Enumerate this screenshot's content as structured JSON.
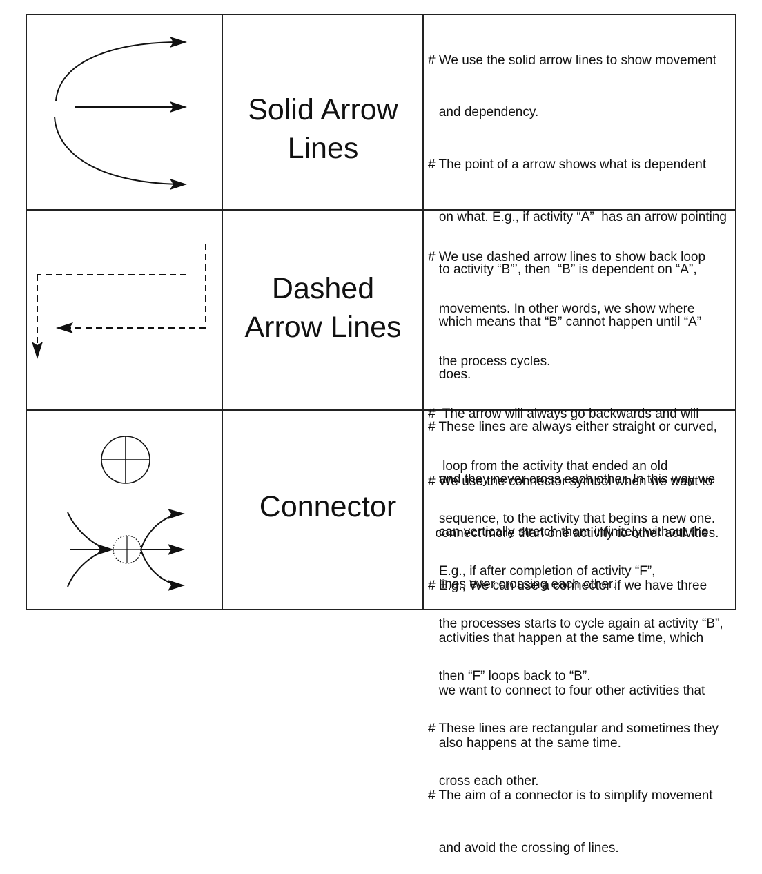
{
  "rows": [
    {
      "title_lines": [
        "Solid Arrow",
        "Lines"
      ],
      "desc_lines": [
        "# We use the solid arrow lines to show movement",
        "   and dependency.",
        "# The point of a arrow shows what is dependent",
        "   on what. E.g., if activity “A”  has an arrow pointing",
        "   to activity “B”’, then  “B” is dependent on “A”,",
        "   which means that “B” cannot happen until “A”",
        "   does.",
        "# These lines are always either straight or curved,",
        "   and they never cross each other. In this way we",
        "   can vertically stretch them infinitely without the",
        "   lines ever crossing each other."
      ],
      "icon": "solid-arrow-lines-icon"
    },
    {
      "title_lines": [
        "Dashed",
        "Arrow Lines"
      ],
      "desc_lines": [
        "# We use dashed arrow lines to show back loop",
        "   movements. In other words, we show where",
        "   the process cycles.",
        "#  The arrow will always go backwards and will",
        "    loop from the activity that ended an old",
        "   sequence, to the activity that begins a new one.",
        "   E.g., if after completion of activity “F”,",
        "   the processes starts to cycle again at activity “B”,",
        "   then “F” loops back to “B”.",
        "# These lines are rectangular and sometimes they",
        "   cross each other."
      ],
      "icon": "dashed-arrow-lines-icon"
    },
    {
      "title_lines": [
        "Connector"
      ],
      "desc_lines": [
        "# We use the connector symbol when we want to",
        "  connect more than one activity to other activities.",
        "# E.g., We can use a connector if we have three",
        "   activities that happen at the same time, which",
        "   we want to connect to four other activities that",
        "   also happens at the same time.",
        "# The aim of a connector is to simplify movement",
        "   and avoid the crossing of lines."
      ],
      "icon": "connector-icon"
    }
  ]
}
